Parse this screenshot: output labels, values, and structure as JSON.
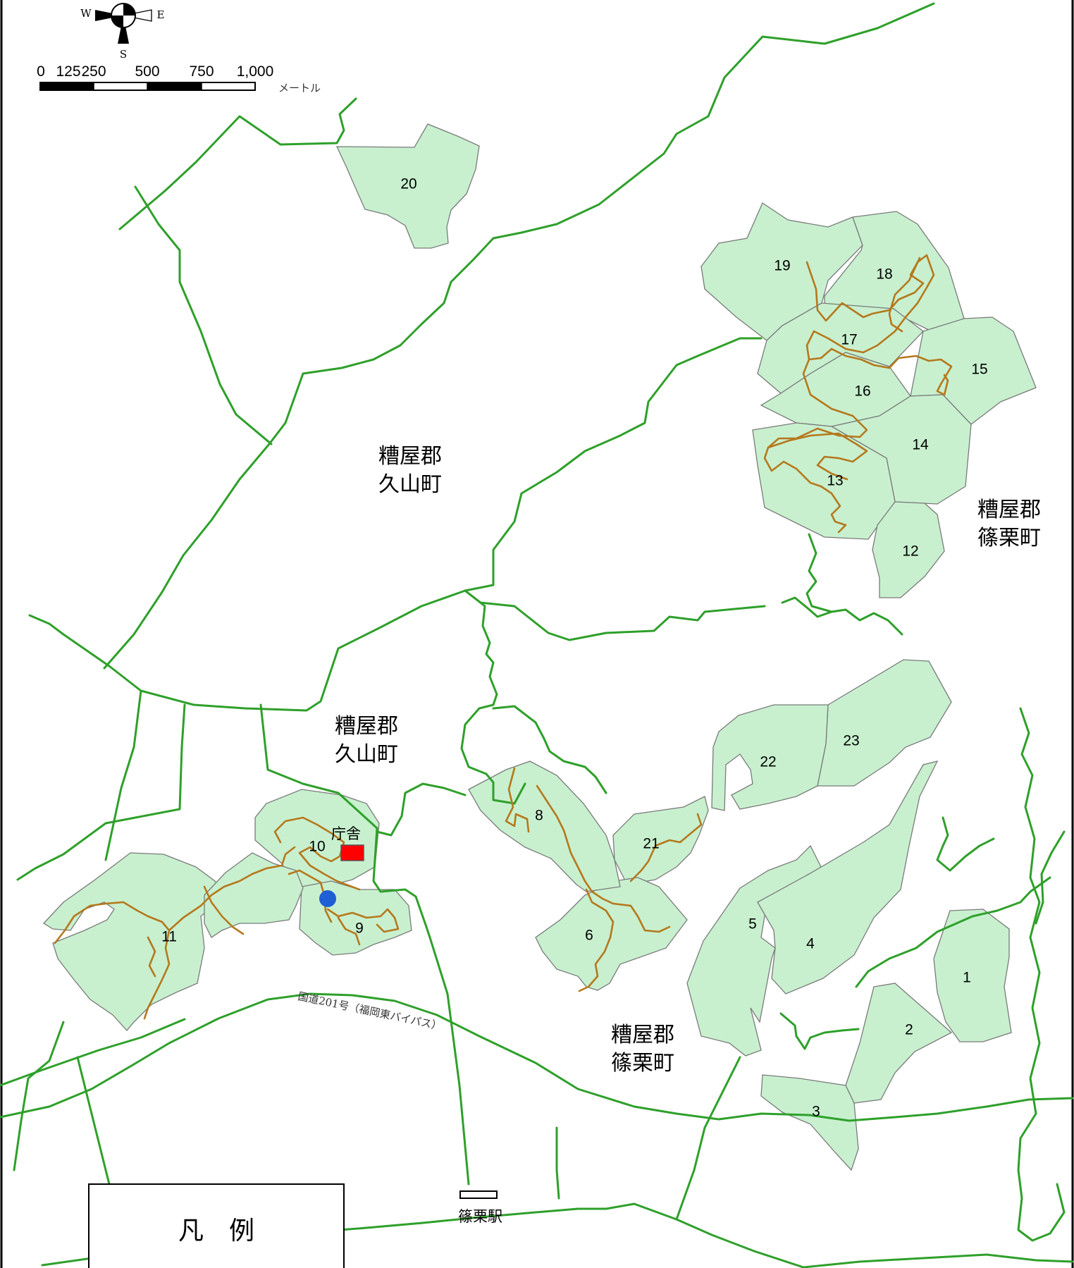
{
  "compass": {
    "north_label": "",
    "west_label": "W",
    "east_label": "E",
    "south_label": "S"
  },
  "scale_bar": {
    "ticks": [
      "0",
      "125",
      "250",
      "500",
      "750",
      "1,000"
    ],
    "unit": "メートル"
  },
  "places": {
    "hisayama_top_line1": "糟屋郡",
    "hisayama_top_line2": "久山町",
    "hisayama_mid_line1": "糟屋郡",
    "hisayama_mid_line2": "久山町",
    "sasaguri_right_line1": "糟屋郡",
    "sasaguri_right_line2": "篠栗町",
    "sasaguri_bottom_line1": "糟屋郡",
    "sasaguri_bottom_line2": "篠栗町"
  },
  "parcels": [
    "1",
    "2",
    "3",
    "4",
    "5",
    "6",
    "8",
    "9",
    "10",
    "11",
    "12",
    "13",
    "14",
    "15",
    "16",
    "17",
    "18",
    "19",
    "20",
    "21",
    "22",
    "23"
  ],
  "markers": {
    "office_label": "庁舎",
    "office_color": "#ff0000",
    "point_color": "#1e5fd6"
  },
  "road_label": "国道201号（福岡東バイパス）",
  "station_label": "篠栗駅",
  "legend": {
    "title": "凡　例"
  },
  "colors": {
    "road": "#2ea02a",
    "parcel_fill": "#c8f0cf",
    "trail": "#b5781c"
  }
}
